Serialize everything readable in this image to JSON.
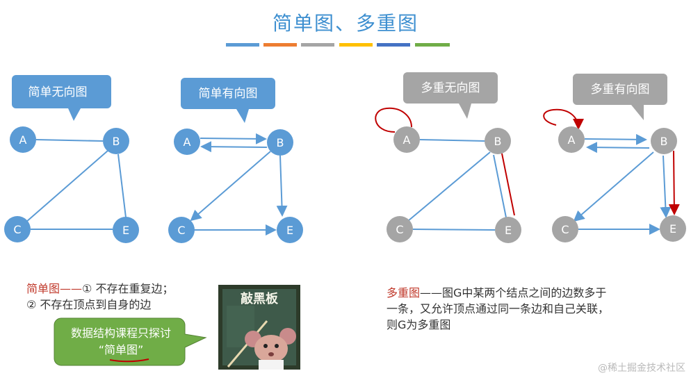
{
  "title": "简单图、多重图",
  "color_bar": [
    "#5b9bd5",
    "#ed7d31",
    "#a5a5a5",
    "#ffc000",
    "#4472c4",
    "#70ad47"
  ],
  "diagrams": [
    {
      "label": "简单无向图",
      "callout_color": "#5b9bd5",
      "nodes": [
        "A",
        "B",
        "C",
        "E"
      ],
      "edges": [
        [
          "A",
          "B"
        ],
        [
          "B",
          "C"
        ],
        [
          "B",
          "E"
        ],
        [
          "C",
          "E"
        ]
      ],
      "directed": false
    },
    {
      "label": "简单有向图",
      "callout_color": "#5b9bd5",
      "nodes": [
        "A",
        "B",
        "C",
        "E"
      ],
      "edges": [
        [
          "A",
          "B"
        ],
        [
          "B",
          "A"
        ],
        [
          "B",
          "C"
        ],
        [
          "B",
          "E"
        ],
        [
          "C",
          "E"
        ]
      ],
      "directed": true
    },
    {
      "label": "多重无向图",
      "callout_color": "#a5a5a5",
      "nodes": [
        "A",
        "B",
        "C",
        "E"
      ],
      "edges": [
        [
          "A",
          "A"
        ],
        [
          "A",
          "B"
        ],
        [
          "B",
          "C"
        ],
        [
          "B",
          "E"
        ],
        [
          "B",
          "E"
        ],
        [
          "C",
          "E"
        ]
      ],
      "directed": false
    },
    {
      "label": "多重有向图",
      "callout_color": "#a5a5a5",
      "nodes": [
        "A",
        "B",
        "C",
        "E"
      ],
      "edges": [
        [
          "A",
          "A"
        ],
        [
          "A",
          "B"
        ],
        [
          "B",
          "A"
        ],
        [
          "B",
          "C"
        ],
        [
          "B",
          "E"
        ],
        [
          "B",
          "E"
        ],
        [
          "C",
          "E"
        ]
      ],
      "directed": true
    }
  ],
  "simple_def": {
    "term": "简单图",
    "dash": "——",
    "line1": "① 不存在重复边；",
    "line2": "② 不存在顶点到自身的边"
  },
  "green_note": {
    "text": "数据结构课程只探讨",
    "quoted": "“简单图”",
    "color": "#70ad47"
  },
  "meme_caption": "敲黑板",
  "multi_def": {
    "term": "多重图",
    "dash": "——",
    "line1": "图G中某两个结点之间的边数多于",
    "line2": "一条，又允许顶点通过同一条边和自己关联，",
    "line3": "则G为多重图"
  },
  "watermark": "@稀土掘金技术社区"
}
